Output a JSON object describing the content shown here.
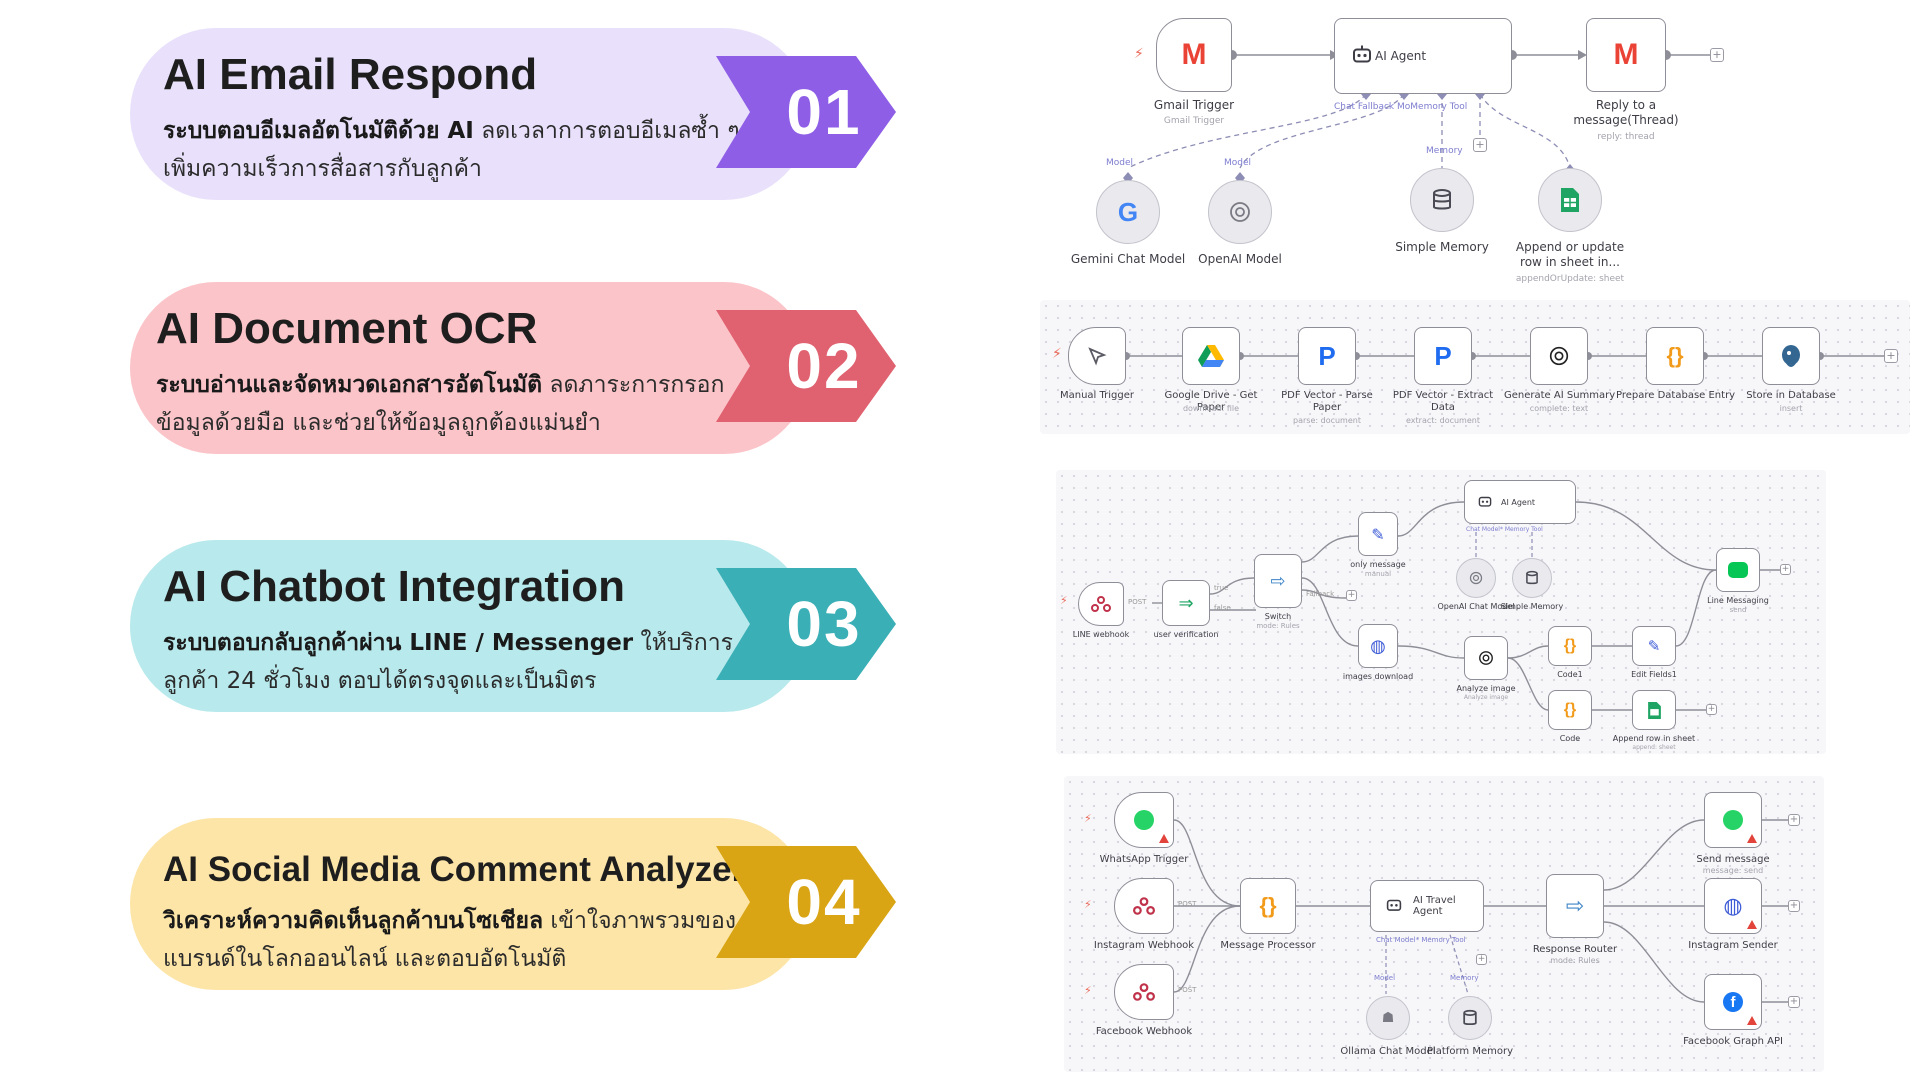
{
  "cards": [
    {
      "title": "AI Email Respond",
      "desc_bold": "ระบบตอบอีเมลอัตโนมัติด้วย AI",
      "desc_rest": " ลดเวลาการตอบอีเมลซ้ำ ๆ เพิ่มความเร็วการสื่อสารกับลูกค้า",
      "number": "01",
      "bg": "#e9e1fb",
      "accent": "#8e5ee6"
    },
    {
      "title": "AI Document OCR",
      "desc_bold": "ระบบอ่านและจัดหมวดเอกสารอัตโนมัติ",
      "desc_rest": " ลดภาระการกรอกข้อมูลด้วยมือ และช่วยให้ข้อมูลถูกต้องแม่นยำ",
      "number": "02",
      "bg": "#fbc4c9",
      "accent": "#e0616f"
    },
    {
      "title": "AI Chatbot Integration",
      "desc_bold": "ระบบตอบกลับลูกค้าผ่าน LINE / Messenger",
      "desc_rest": " ให้บริการลูกค้า 24 ชั่วโมง ตอบได้ตรงจุดและเป็นมิตร",
      "number": "03",
      "bg": "#b8e9ec",
      "accent": "#3aafb6"
    },
    {
      "title": "AI Social Media Comment Analyzer",
      "desc_bold": "วิเคราะห์ความคิดเห็นลูกค้าบนโซเชียล",
      "desc_rest": " เข้าใจภาพรวมของแบรนด์ในโลกออนไลน์ และตอบอัตโนมัติ",
      "number": "04",
      "bg": "#fde5a8",
      "accent": "#d9a515"
    }
  ],
  "workflow1": {
    "trigger": {
      "label": "Gmail Trigger",
      "sub": "Gmail Trigger",
      "icon": "gmail-icon"
    },
    "agent": {
      "label": "AI Agent",
      "ports": "Chat Fallback MoMemory  Tool"
    },
    "reply": {
      "label": "Reply to a message(Thread)",
      "sub": "reply: thread",
      "icon": "gmail-icon"
    },
    "model_tag_1": "Model",
    "model_tag_2": "Model",
    "memory_tag": "Memory",
    "gemini": {
      "label": "Gemini Chat Model",
      "icon": "google-icon"
    },
    "openai": {
      "label": "OpenAI Model",
      "icon": "openai-icon"
    },
    "memory": {
      "label": "Simple Memory",
      "icon": "database-icon"
    },
    "sheet": {
      "label": "Append or update row in sheet in...",
      "sub": "appendOrUpdate: sheet",
      "icon": "sheets-icon"
    }
  },
  "workflow2": {
    "nodes": [
      {
        "label": "Manual Trigger",
        "sub": "",
        "icon": "cursor-icon"
      },
      {
        "label": "Google Drive - Get Paper",
        "sub": "download: file",
        "icon": "drive-icon"
      },
      {
        "label": "PDF Vector - Parse Paper",
        "sub": "parse: document",
        "icon": "pdf-vector-icon"
      },
      {
        "label": "PDF Vector - Extract Data",
        "sub": "extract: document",
        "icon": "pdf-vector-icon"
      },
      {
        "label": "Generate AI Summary",
        "sub": "complete: text",
        "icon": "openai-icon"
      },
      {
        "label": "Prepare Database Entry",
        "sub": "",
        "icon": "braces-icon"
      },
      {
        "label": "Store in Database",
        "sub": "insert",
        "icon": "postgres-icon"
      }
    ]
  },
  "workflow3": {
    "line_webhook": "LINE webhook",
    "post": "POST",
    "user_verification": "user verification",
    "true": "true",
    "false": "false",
    "switch": {
      "label": "Switch",
      "sub": "mode: Rules"
    },
    "fallback": "Fallback",
    "only_message": {
      "label": "only message",
      "sub": "manual"
    },
    "agent": {
      "label": "AI Agent",
      "ports": "Chat Model*  Memory  Tool"
    },
    "openai_chat": "OpenAI Chat Model",
    "simple_memory": "Simple Memory",
    "line_messaging": {
      "label": "Line Messaging",
      "sub": "send"
    },
    "images_download": "images download",
    "analyze_image": {
      "label": "Analyze image",
      "sub": "Analyze image"
    },
    "code1": "Code1",
    "code": "Code",
    "edit_fields": "Edit Fields1",
    "append_row": {
      "label": "Append row in sheet",
      "sub": "append: sheet"
    }
  },
  "workflow4": {
    "whatsapp_trigger": "WhatsApp Trigger",
    "instagram_webhook": "Instagram Webhook",
    "facebook_webhook": "Facebook Webhook",
    "post": "POST",
    "message_processor": "Message Processor",
    "agent": {
      "label": "AI Travel Agent",
      "ports": "Chat Model*  Memory  Tool"
    },
    "model_tag": "Model",
    "memory_tag": "Memory",
    "ollama": "Ollama Chat Model",
    "platform_memory": "Platform Memory",
    "router": {
      "label": "Response Router",
      "sub": "mode: Rules"
    },
    "send_message": {
      "label": "Send message",
      "sub": "message: send"
    },
    "instagram_sender": "Instagram Sender",
    "facebook_graph": "Facebook Graph API"
  }
}
